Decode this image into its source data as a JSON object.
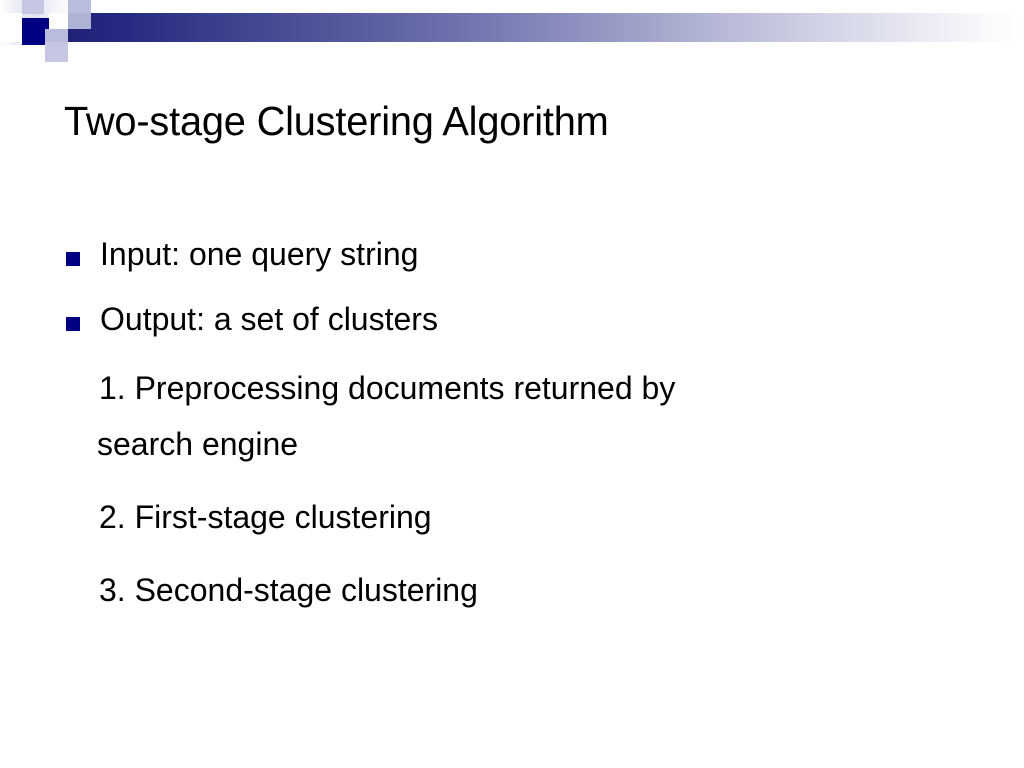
{
  "slide": {
    "title": "Two-stage Clustering Algorithm",
    "background_color": "#ffffff",
    "text_color": "#000000",
    "accent_color": "#000082",
    "decoration": {
      "gradient_from": "#1f2277",
      "gradient_to": "#ffffff",
      "tile_color": "#b9bcdb",
      "tile_color_alt": "#c6c8e3",
      "navy_tile_color": "#000082"
    },
    "bullets": [
      {
        "marker": "square-bullet",
        "text": "Input: one query string"
      },
      {
        "marker": "square-bullet",
        "text": "Output: a set of clusters"
      }
    ],
    "numbered_items": [
      {
        "line1": "1. Preprocessing documents returned by",
        "line2": "search engine"
      },
      {
        "line1": "2. First-stage clustering",
        "line2": ""
      },
      {
        "line1": "3. Second-stage clustering",
        "line2": ""
      }
    ]
  }
}
